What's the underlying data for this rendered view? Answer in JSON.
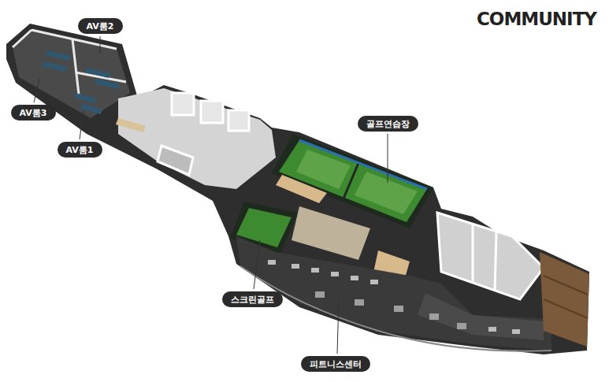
{
  "diagram": {
    "title": "COMMUNITY",
    "nodes": [
      {
        "text": [
          "AV룸2"
        ]
      },
      {
        "text": [
          "AV룸3"
        ]
      },
      {
        "text": [
          "AV룸1"
        ]
      },
      {
        "text": [
          "골프연습장"
        ]
      },
      {
        "text": [
          "스크린골프"
        ]
      },
      {
        "text": [
          "피트니스센터"
        ]
      }
    ],
    "edges": []
  }
}
